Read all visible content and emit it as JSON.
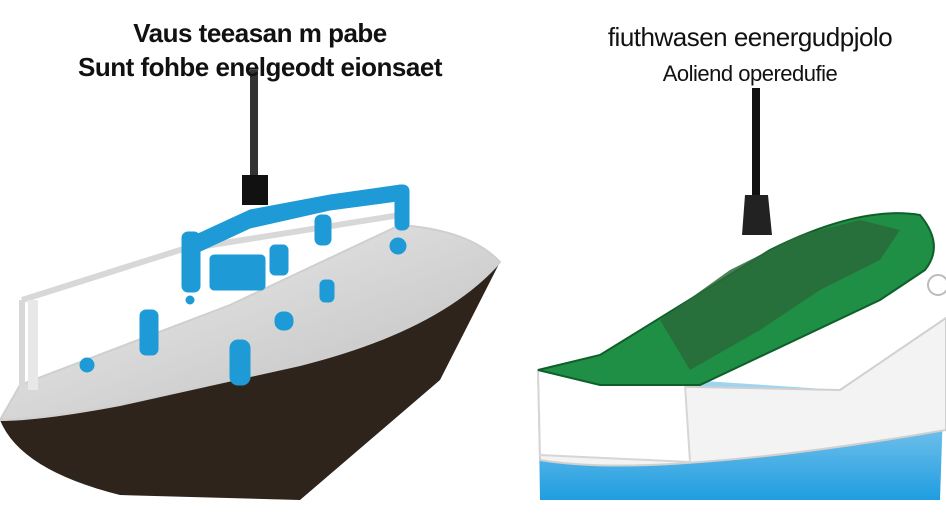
{
  "left_panel": {
    "title": "Vaus teeasan m pabe",
    "subtitle": "Sunt fohbe enelgeodt eionsaet"
  },
  "right_panel": {
    "title": "fiuthwasen eenergudpjolo",
    "subtitle": "Aoliend operedufie"
  },
  "colors": {
    "hull_dark": "#2e241c",
    "deck_grey": "#d3d3d3",
    "fixture_blue": "#1e9bd6",
    "cover_green": "#1f8f45",
    "water_blue": "#39a7e0"
  }
}
